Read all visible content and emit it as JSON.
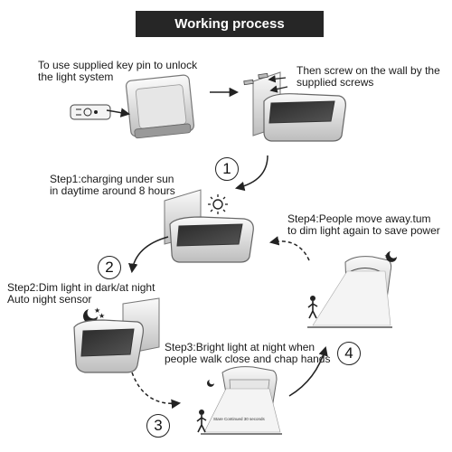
{
  "title": "Working process instructions",
  "captions": {
    "unlock": "To use supplied key pin to unlock\nthe light system",
    "screw": "Then screw on the wall by the\nsupplied screws",
    "step1": "Step1:charging under sun\nin daytime around 8 hours",
    "step2": "Step2:Dim light in dark/at night\nAuto night sensor",
    "step3": "Step3:Bright light at night when\npeople walk close and chap hands",
    "step4": "Step4:People move away.tum\nto dim light again to save power"
  },
  "numbers": [
    "1",
    "2",
    "3",
    "4"
  ],
  "inset_text": "Stare Continued 30 seconds",
  "icons": [
    "key-pin-icon",
    "screw-icon",
    "sun-icon",
    "moon-icon",
    "star-icon",
    "person-icon"
  ]
}
